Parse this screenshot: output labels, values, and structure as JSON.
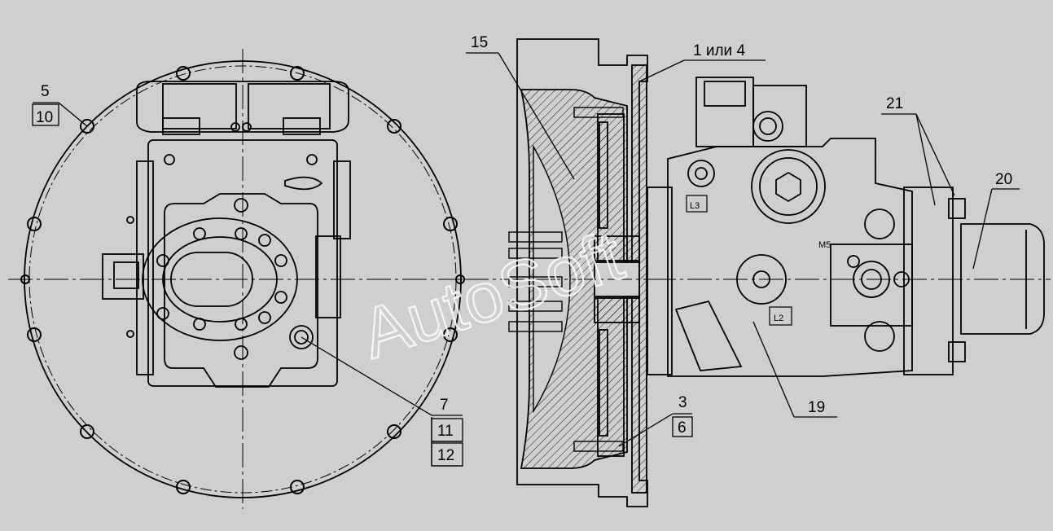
{
  "watermark": "AutoSoft",
  "colors": {
    "background": "#cfcfcf",
    "line": "#000000",
    "hatch": "#000000",
    "watermark": "#ffffff"
  },
  "callouts": {
    "c5": "5",
    "c10": "10",
    "c7": "7",
    "c11": "11",
    "c12": "12",
    "c15": "15",
    "c1or4": "1 или 4",
    "c21": "21",
    "c20": "20",
    "c3": "3",
    "c6": "6",
    "c19": "19"
  },
  "markings": {
    "l3": "L3",
    "l2": "L2",
    "m5": "M5"
  }
}
